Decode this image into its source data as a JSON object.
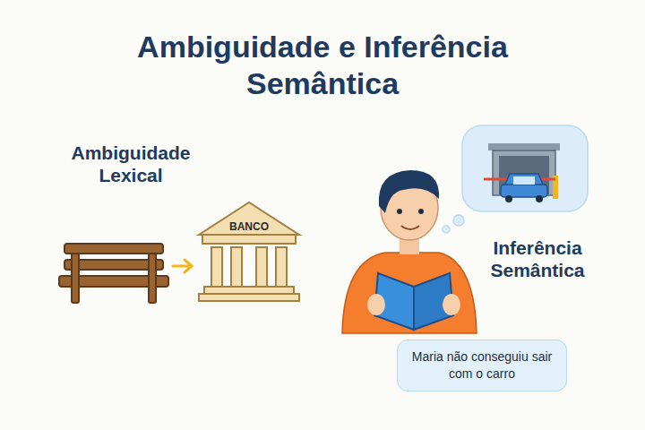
{
  "diagram": {
    "title": "Ambiguidade e Inferência Semântica",
    "nodes": [
      {
        "text": [
          "Maria não conseguiu sair com o carro"
        ]
      }
    ],
    "labels": [
      "Ambiguidade Lexical",
      "BANCO",
      "Inferência Semântica"
    ]
  }
}
